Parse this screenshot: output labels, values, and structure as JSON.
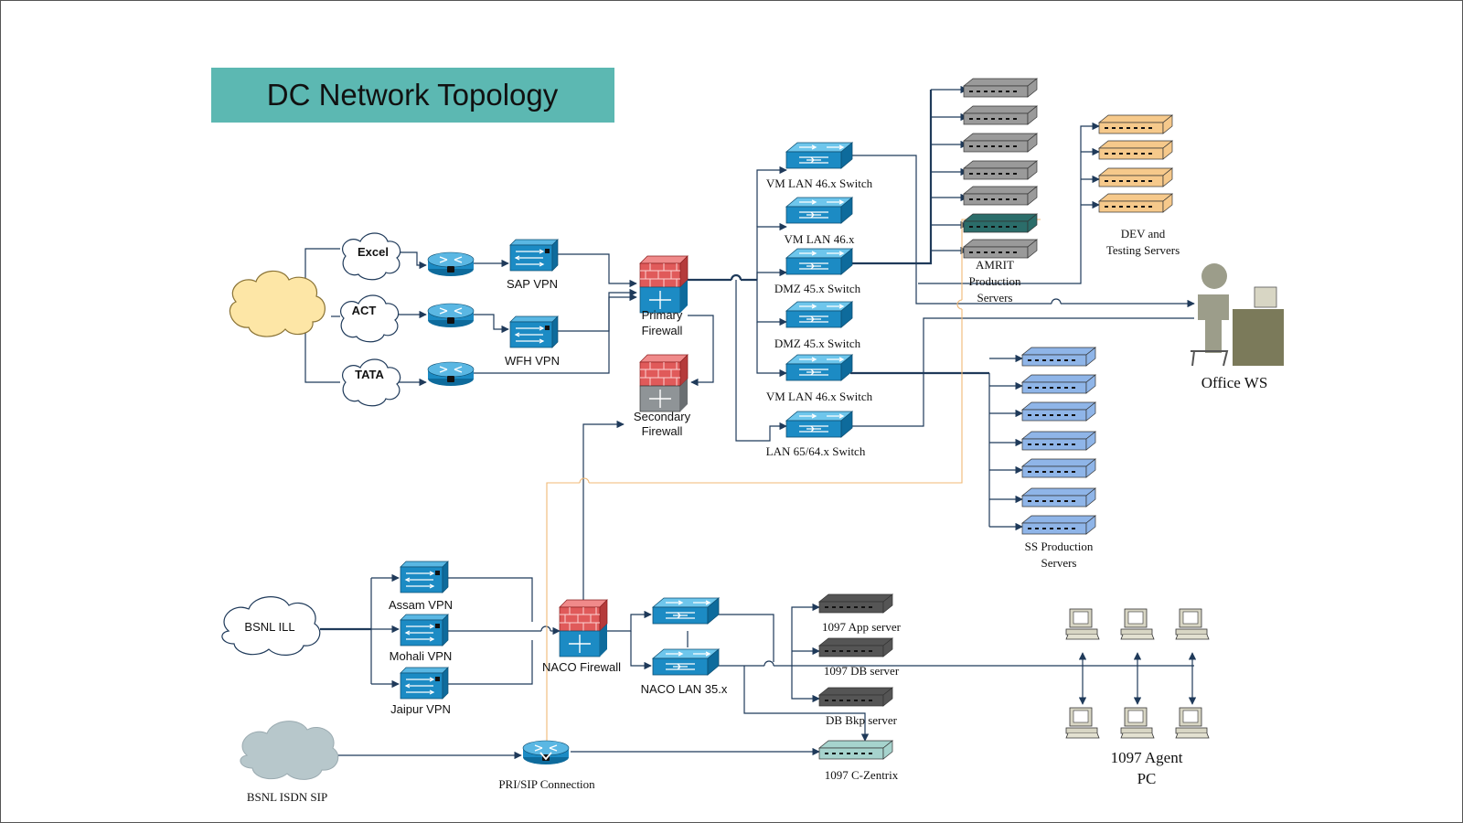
{
  "title": "DC Network Topology",
  "colors": {
    "title_bg": "#5cb8b2",
    "cloud_yellow": "#fde6a6",
    "cloud_grey": "#b7c7cb",
    "switch_blue": "#1c8bc4",
    "firewall_red": "#e05a5a",
    "server_grey": "#9a9a9a",
    "server_tan": "#f6c98b",
    "server_blue": "#8fb5e8",
    "server_dark": "#555555",
    "server_teal": "#2b6d6a",
    "line": "#1f3a5a",
    "line_orange": "#f0b875"
  },
  "clouds": {
    "internet": "",
    "excel": "Excel",
    "act": "ACT",
    "tata": "TATA",
    "bsnl_ill": "BSNL ILL",
    "bsnl_isdn": "BSNL ISDN SIP"
  },
  "vpn": {
    "sap": "SAP VPN",
    "wfh": "WFH VPN",
    "assam": "Assam VPN",
    "mohali": "Mohali VPN",
    "jaipur": "Jaipur VPN"
  },
  "firewalls": {
    "primary_line1": "Primary",
    "primary_line2": "Firewall",
    "secondary_line1": "Secondary",
    "secondary_line2": "Firewall",
    "naco": "NACO Firewall"
  },
  "switches": {
    "vm_lan_46_switch_top": "VM LAN 46.x Switch",
    "vm_lan_46": "VM LAN 46.x",
    "dmz_45_switch_a": "DMZ 45.x Switch",
    "dmz_45_switch_b": "DMZ 45.x Switch",
    "vm_lan_46_switch_bottom": "VM LAN 46.x Switch",
    "lan_65_64_switch": "LAN 65/64.x Switch",
    "naco_lan": "NACO LAN 35.x"
  },
  "server_groups": {
    "amrit_line1": "AMRIT",
    "amrit_line2": "Production",
    "amrit_line3": "Servers",
    "dev_line1": "DEV and",
    "dev_line2": "Testing Servers",
    "ss_line1": "SS Production",
    "ss_line2": "Servers"
  },
  "servers": {
    "app_1097": "1097 App  server",
    "db_1097": "1097 DB  server",
    "db_bkp": "DB Bkp server",
    "czentrix": "1097 C-Zentrix"
  },
  "endpoints": {
    "office_ws": "Office WS",
    "agent_line1": "1097 Agent",
    "agent_line2": "PC",
    "pri_sip": "PRI/SIP Connection"
  }
}
